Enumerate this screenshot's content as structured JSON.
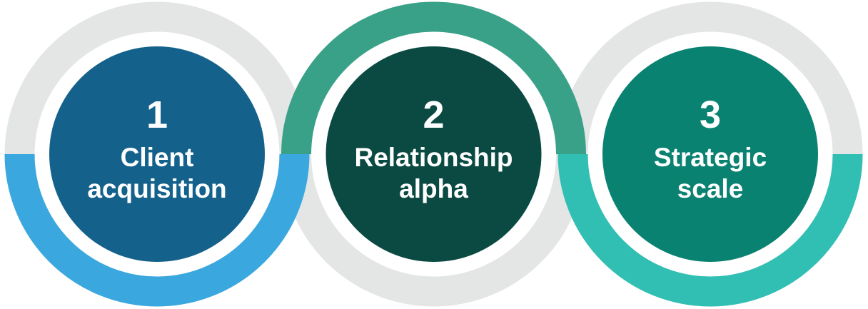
{
  "infographic": {
    "kind": "three-step-process-diagram",
    "text_color": "#ffffff",
    "colors": {
      "background": "#ffffff",
      "inactive_ring_gray": "#e4e5e5",
      "separator_white": "#ffffff"
    },
    "steps": [
      {
        "number": "1",
        "label": "Client acquisition",
        "label_lines": [
          "Client",
          "acquisition"
        ],
        "accent_color": "#3aa8df",
        "disc_color": "#14628c",
        "accent_half": "bottom"
      },
      {
        "number": "2",
        "label": "Relationship alpha",
        "label_lines": [
          "Relationship",
          "alpha"
        ],
        "accent_color": "#3aa189",
        "disc_color": "#0a4a42",
        "accent_half": "top"
      },
      {
        "number": "3",
        "label": "Strategic scale",
        "label_lines": [
          "Strategic",
          "scale"
        ],
        "accent_color": "#31bfb3",
        "disc_color": "#098271",
        "accent_half": "bottom"
      }
    ]
  }
}
